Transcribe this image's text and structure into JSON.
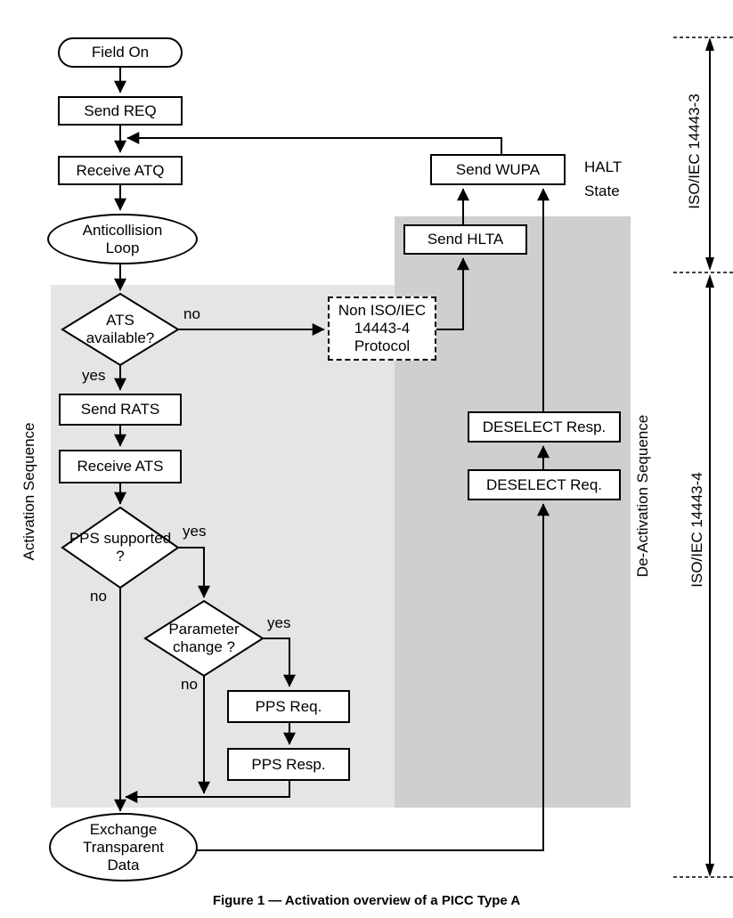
{
  "caption": "Figure 1 — Activation overview of a PICC Type A",
  "nodes": {
    "field_on": {
      "label": "Field On",
      "type": "terminator"
    },
    "send_req": {
      "label": "Send REQ",
      "type": "process"
    },
    "receive_atq": {
      "label": "Receive ATQ",
      "type": "process"
    },
    "anticollision_loop": {
      "label": "Anticollision Loop",
      "type": "terminator"
    },
    "ats_available": {
      "label": "ATS available?",
      "type": "decision"
    },
    "send_rats": {
      "label": "Send RATS",
      "type": "process"
    },
    "receive_ats": {
      "label": "Receive ATS",
      "type": "process"
    },
    "pps_supported": {
      "label": "PPS supported ?",
      "type": "decision"
    },
    "parameter_change": {
      "label": "Parameter change ?",
      "type": "decision"
    },
    "pps_req": {
      "label": "PPS Req.",
      "type": "process"
    },
    "pps_resp": {
      "label": "PPS Resp.",
      "type": "process"
    },
    "exchange_transparent_data": {
      "label": "Exchange Transparent Data",
      "type": "terminator"
    },
    "non_iso_protocol": {
      "label": "Non ISO/IEC 14443-4 Protocol",
      "type": "process-dashed"
    },
    "send_hlta": {
      "label": "Send HLTA",
      "type": "process"
    },
    "send_wupa": {
      "label": "Send WUPA",
      "type": "process"
    },
    "deselect_resp": {
      "label": "DESELECT Resp.",
      "type": "process"
    },
    "deselect_req": {
      "label": "DESELECT Req.",
      "type": "process"
    }
  },
  "edge_labels": {
    "ats_no": "no",
    "ats_yes": "yes",
    "pps_yes": "yes",
    "pps_no": "no",
    "param_yes": "yes",
    "param_no": "no"
  },
  "annotations": {
    "halt_state": "HALT State",
    "activation_sequence": "Activation Sequence",
    "deactivation_sequence": "De-Activation Sequence",
    "iso_14443_3": "ISO/IEC 14443-3",
    "iso_14443_4": "ISO/IEC 14443-4"
  },
  "colors": {
    "activation_region": "#e5e5e5",
    "deactivation_region": "#cfcfcf",
    "line": "#000000",
    "node_fill": "#ffffff"
  }
}
